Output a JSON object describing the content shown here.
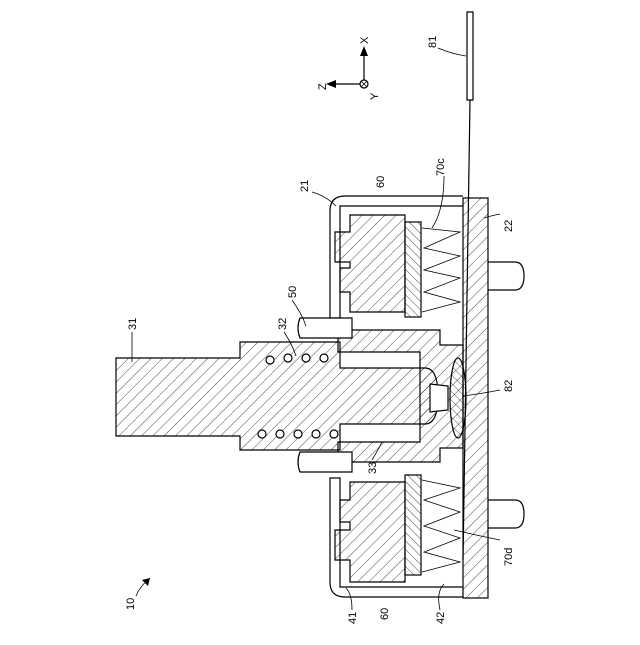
{
  "axes": {
    "x": "X",
    "y": "Y",
    "z": "Z"
  },
  "labels": {
    "l10": "10",
    "l21": "21",
    "l22": "22",
    "l31": "31",
    "l32": "32",
    "l33": "33",
    "l41": "41",
    "l42": "42",
    "l50": "50",
    "l60a": "60",
    "l60b": "60",
    "l70c": "70c",
    "l70d": "70d",
    "l81": "81",
    "l82": "82"
  }
}
